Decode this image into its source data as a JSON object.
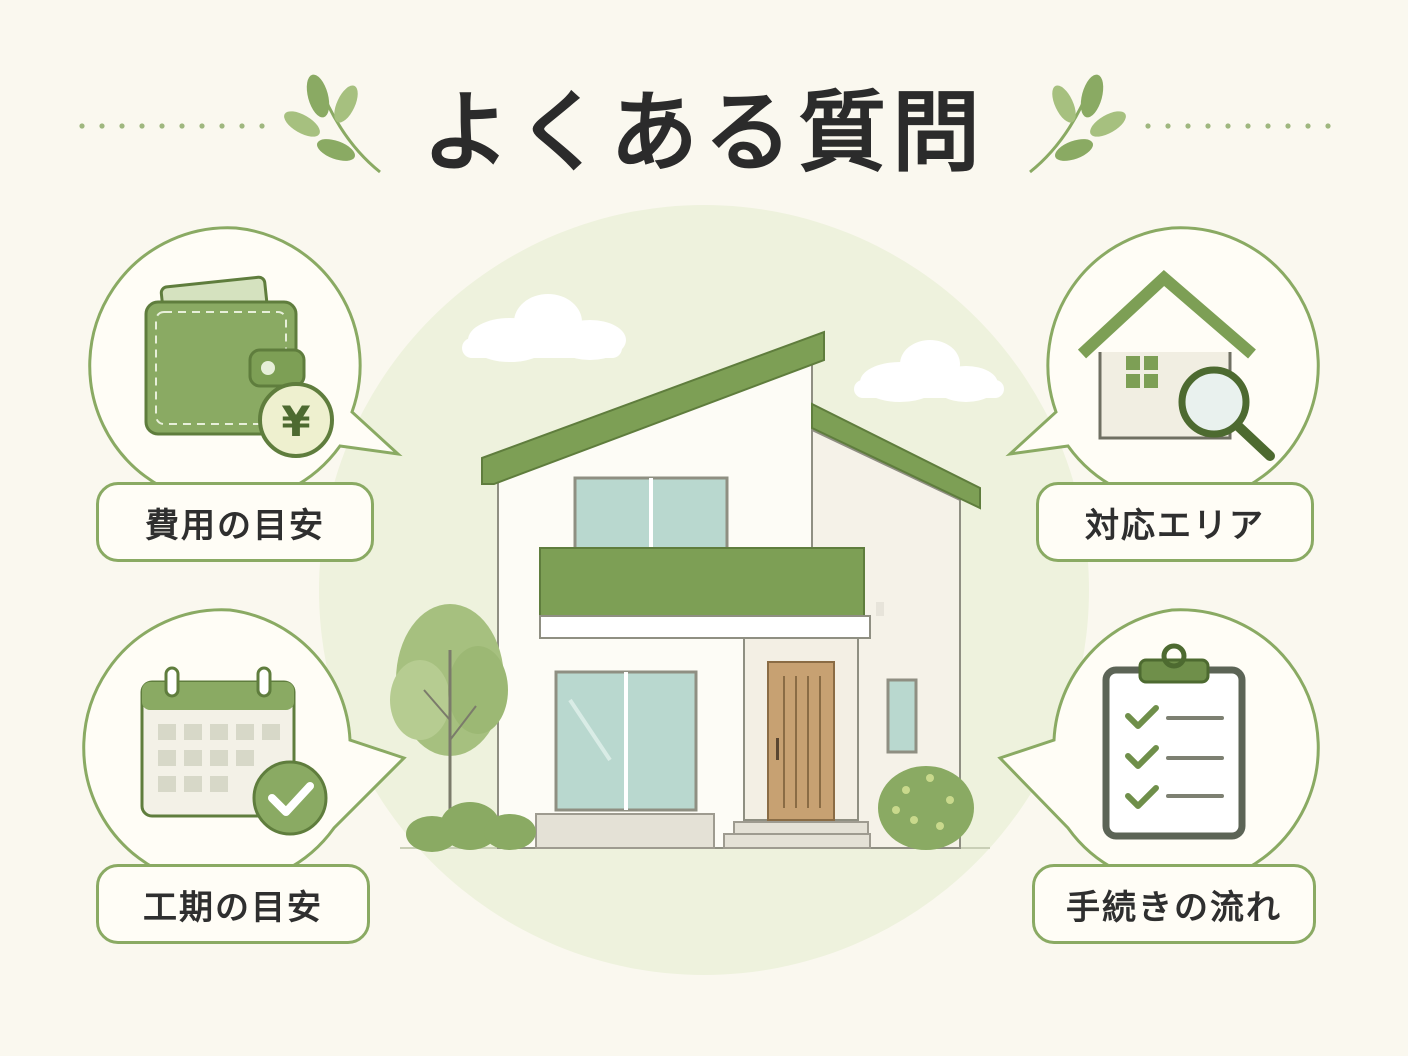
{
  "title": "よくある質問",
  "items": [
    {
      "label": "費用の目安",
      "icon": "wallet-yen-icon"
    },
    {
      "label": "対応エリア",
      "icon": "house-search-icon"
    },
    {
      "label": "工期の目安",
      "icon": "calendar-check-icon"
    },
    {
      "label": "手続きの流れ",
      "icon": "clipboard-checklist-icon"
    }
  ],
  "colors": {
    "accent": "#7d9f55",
    "accent_light": "#b8cf96",
    "background": "#faf8ef",
    "text": "#2b2b2b"
  }
}
